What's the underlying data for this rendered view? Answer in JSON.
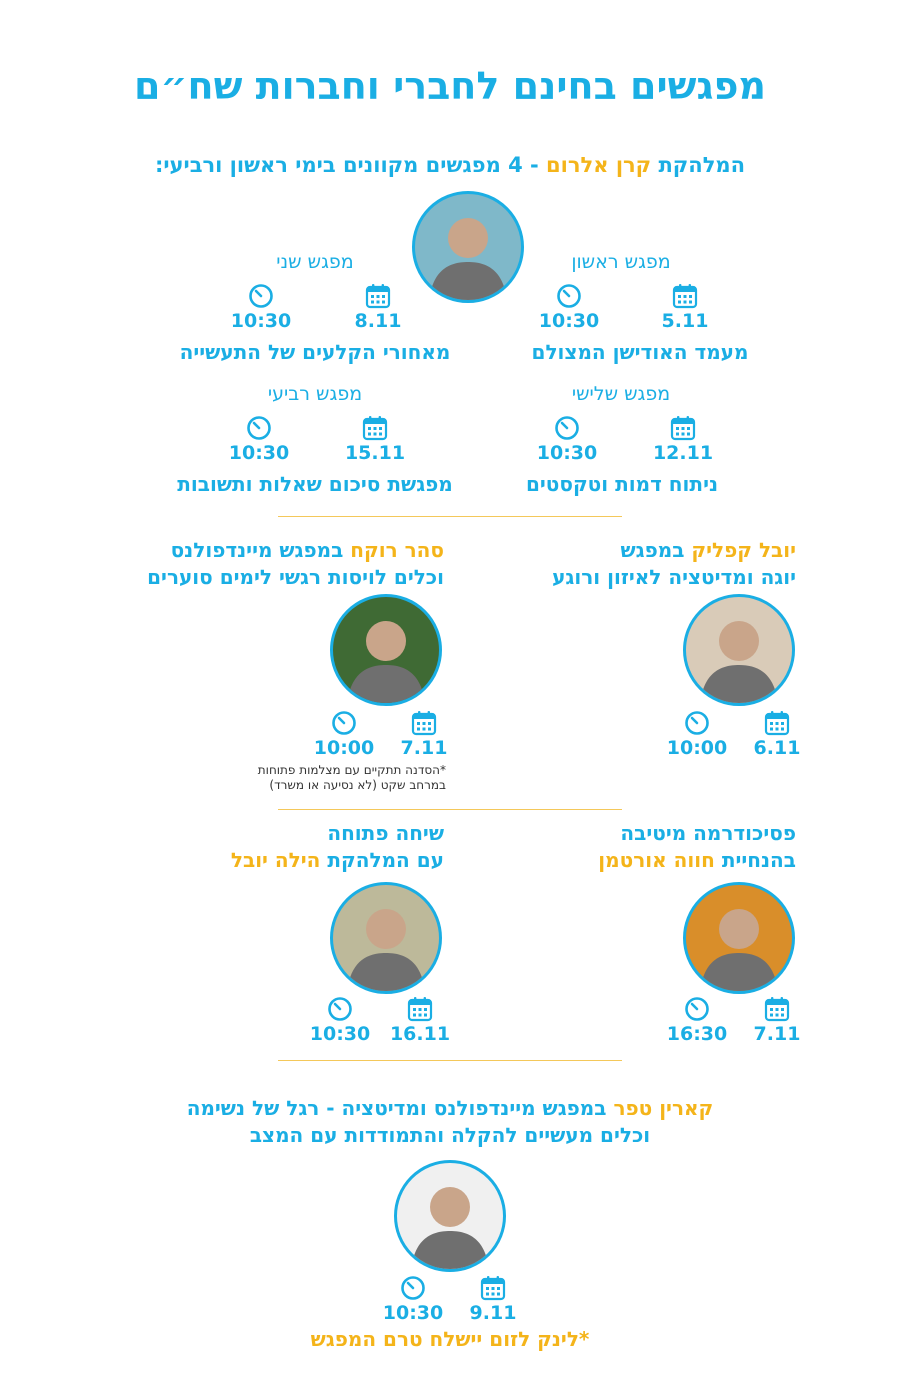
{
  "title": "מפגשים בחינם לחברי וחברות שח״ם",
  "intro": {
    "prefix": "המלהקת",
    "name": "קרן אלרום",
    "rest": "- 4 מפגשים מקוונים בימי ראשון ורביעי:"
  },
  "series": [
    {
      "label": "מפגש ראשון",
      "date": "5.11",
      "time": "10:30",
      "topic": "מעמד האודישן המצולם"
    },
    {
      "label": "מפגש שני",
      "date": "8.11",
      "time": "10:30",
      "topic": "מאחורי הקלעים של התעשייה"
    },
    {
      "label": "מפגש שלישי",
      "date": "12.11",
      "time": "10:30",
      "topic": "ניתוח דמות וטקסטים"
    },
    {
      "label": "מפגש רביעי",
      "date": "15.11",
      "time": "10:30",
      "topic": "מפגשת סיכום שאלות ותשובות"
    }
  ],
  "sessions": {
    "yuval": {
      "name": "יובל קפליק",
      "text1": "במפגש",
      "text2": "יוגה ומדיטציה לאיזון ורוגע",
      "date": "6.11",
      "time": "10:00"
    },
    "sahar": {
      "name": "סהר רוקח",
      "text1": "במפגש מיינדפולנס",
      "text2": "וכלים לויסות רגשי לימים סוערים",
      "date": "7.11",
      "time": "10:00",
      "note1": "*הסדנה תתקיים עם מצלמות פתוחות",
      "note2": "במרחב שקט (לא נסיעה או משרד)"
    },
    "hava": {
      "line1": "פסיכודרמה מיטיבה",
      "prefix": "בהנחיית",
      "name": "חווה אורטמן",
      "date": "7.11",
      "time": "16:30"
    },
    "hila": {
      "line1": "שיחה פתוחה",
      "prefix": "עם המלהקת",
      "name": "הילה יובל",
      "date": "16.11",
      "time": "10:30"
    },
    "karin": {
      "name": "קארין טפר",
      "text1": "במפגש מיינדפולנס ומדיטציה - רגל של נשימה",
      "text2": "וכלים מעשיים להקלה והתמודדות עם המצב",
      "date": "9.11",
      "time": "10:30"
    }
  },
  "footer": "*לינק לזום יישלח טרם המפגש",
  "icons": {
    "calendar": "calendar-icon",
    "clock": "clock-icon"
  },
  "colors": {
    "primary": "#1aaee4",
    "accent": "#f4b41a"
  }
}
